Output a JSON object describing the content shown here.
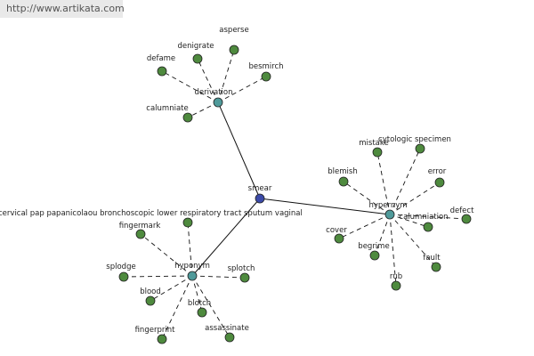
{
  "url": "http://www.artikata.com",
  "center": {
    "id": "smear",
    "label": "smear"
  },
  "hubs": [
    {
      "id": "derivation",
      "label": "derivation",
      "leaves": [
        "asperse",
        "denigrate",
        "defame",
        "besmirch",
        "calumniate"
      ]
    },
    {
      "id": "hypernym-right",
      "label": "hypernym",
      "leaves": [
        "cytologic specimen",
        "mistake",
        "blemish",
        "error",
        "defect",
        "calumniation",
        "cover",
        "begrime",
        "fault",
        "rub"
      ]
    },
    {
      "id": "hyponym",
      "label": "hyponym",
      "leaves": [
        "lower respiratory tract cervical pap papanicolaou bronchoscopic lower respiratory tract sputum vaginal",
        "fingermark",
        "splodge",
        "splotch",
        "blood",
        "blotch",
        "fingerprint",
        "assassinate"
      ]
    }
  ]
}
